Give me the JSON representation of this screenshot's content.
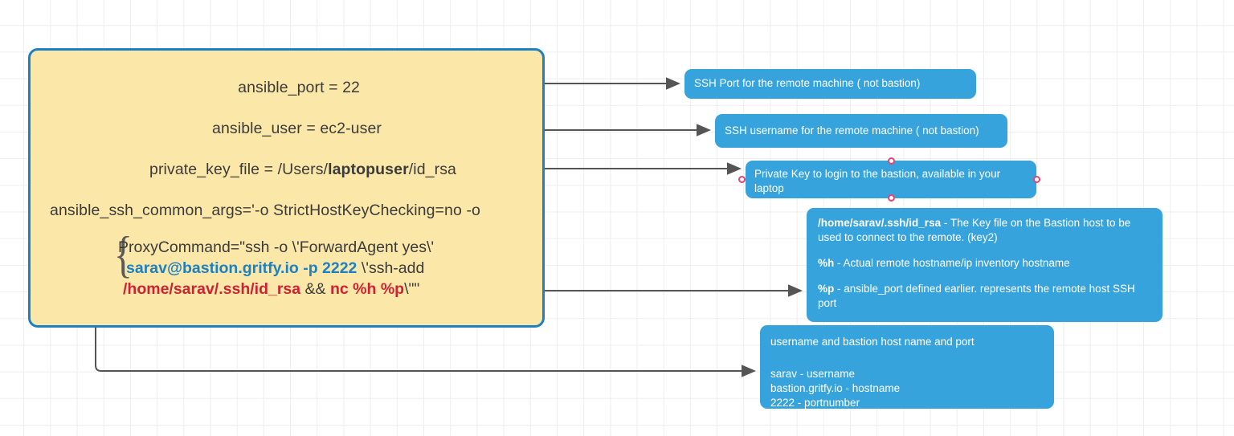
{
  "diagram": {
    "title": "Ansible bastion ssh configuration annotated diagram",
    "colors": {
      "card_fill": "#fbe7a8",
      "card_border": "#1b81c4",
      "callout_fill": "#36a3dd",
      "callout_accent": "#e8436e",
      "wire": "#555555",
      "text_blue": "#1b81c4",
      "text_red": "#cc2233",
      "grid": "#eceef0"
    }
  },
  "config_card": {
    "lines": {
      "ansible_port": "ansible_port = 22",
      "ansible_user": "ansible_user = ec2-user",
      "private_key_file_pre": "private_key_file = /Users/",
      "private_key_file_bold": "laptopuser",
      "private_key_file_post": "/id_rsa",
      "ssh_common_args": "ansible_ssh_common_args='-o StrictHostKeyChecking=no -o"
    },
    "proxy_command": {
      "line1": "ProxyCommand=\"ssh -o \\'ForwardAgent yes\\'",
      "line2_blue": "sarav@bastion.gritfy.io -p 2222",
      "line2_rest": " \\'ssh-add",
      "line3_red_path": "/home/sarav/.ssh/id_rsa",
      "line3_mid": " && ",
      "line3_red_cmd": "nc %h %p",
      "line3_tail": "\\\"\""
    },
    "brace_glyph": "{"
  },
  "callouts": {
    "ssh_port": {
      "text": "SSH Port for the remote machine ( not bastion)"
    },
    "ssh_username": {
      "text": "SSH username for the remote machine ( not bastion)"
    },
    "private_key": {
      "text": "Private Key to login to the bastion, available in your laptop",
      "selected": true
    },
    "proxy_details": {
      "p1_bold": "/home/sarav/.ssh/id_rsa",
      "p1_rest": " -  The Key file on the Bastion host to be used to connect to the remote. (key2)",
      "p2_bold": "%h",
      "p2_rest": " - Actual remote hostname/ip inventory hostname",
      "p3_bold": "%p",
      "p3_rest": " - ansible_port defined earlier. represents the remote host SSH port"
    },
    "bastion_details": {
      "heading": "username and bastion host name and port",
      "row1": "sarav - username",
      "row2": "bastion.gritfy.io - hostname",
      "row3": "2222 - portnumber"
    }
  }
}
